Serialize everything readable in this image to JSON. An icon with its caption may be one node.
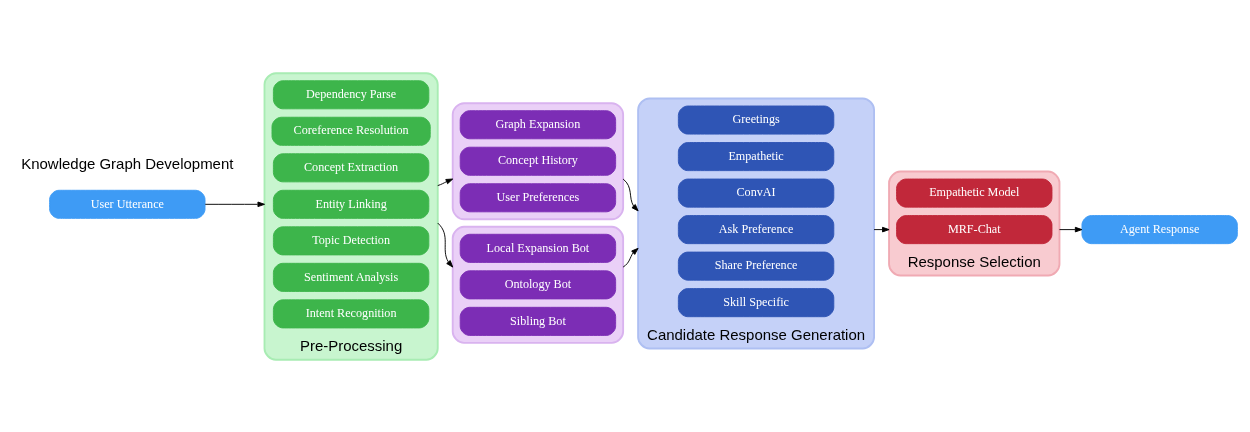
{
  "diagram": {
    "nodes": [
      {
        "text": [
          "User Utterance"
        ]
      },
      {
        "text": [
          "Pre-Processing"
        ]
      },
      {
        "text": [
          "Dependency Parse"
        ],
        "in": 1
      },
      {
        "text": [
          "Coreference Resolution"
        ],
        "in": 1
      },
      {
        "text": [
          "Concept Extraction"
        ],
        "in": 1
      },
      {
        "text": [
          "Entity Linking"
        ],
        "in": 1
      },
      {
        "text": [
          "Topic Detection"
        ],
        "in": 1
      },
      {
        "text": [
          "Sentiment Analysis"
        ],
        "in": 1
      },
      {
        "text": [
          "Intent Recognition"
        ],
        "in": 1
      },
      {
        "text": [],
        "shape": "box"
      },
      {
        "text": [
          "Graph Expansion"
        ],
        "in": 9
      },
      {
        "text": [
          "Concept History"
        ],
        "in": 9
      },
      {
        "text": [
          "User Preferences"
        ],
        "in": 9
      },
      {
        "text": [],
        "shape": "box"
      },
      {
        "text": [
          "Local Expansion Bot"
        ],
        "in": 13
      },
      {
        "text": [
          "Ontology Bot"
        ],
        "in": 13
      },
      {
        "text": [
          "Sibling Bot"
        ],
        "in": 13
      },
      {
        "text": [
          "Candidate Response Generation"
        ]
      },
      {
        "text": [
          "Greetings"
        ],
        "in": 17
      },
      {
        "text": [
          "Empathetic"
        ],
        "in": 17
      },
      {
        "text": [
          "ConvAI"
        ],
        "in": 17
      },
      {
        "text": [
          "Ask Preference"
        ],
        "in": 17
      },
      {
        "text": [
          "Share Preference"
        ],
        "in": 17
      },
      {
        "text": [
          "Skill Specific"
        ],
        "in": 17
      },
      {
        "text": [
          "Response Selection"
        ]
      },
      {
        "text": [
          "Empathetic Model"
        ],
        "in": 24
      },
      {
        "text": [
          "MRF-Chat"
        ],
        "in": 24
      },
      {
        "text": [
          "Agent Response"
        ]
      }
    ],
    "edges": [
      {
        "from": 0,
        "to": 1,
        "arrow": "to"
      },
      {
        "from": 1,
        "to": 9,
        "arrow": "to"
      },
      {
        "from": 1,
        "to": 13,
        "arrow": "to"
      },
      {
        "from": 9,
        "to": 17,
        "arrow": "to"
      },
      {
        "from": 13,
        "to": 17,
        "arrow": "to"
      },
      {
        "from": 17,
        "to": 24,
        "arrow": "to"
      },
      {
        "from": 24,
        "to": 27,
        "arrow": "to"
      }
    ],
    "labels": [
      "Knowledge Graph Development"
    ]
  }
}
